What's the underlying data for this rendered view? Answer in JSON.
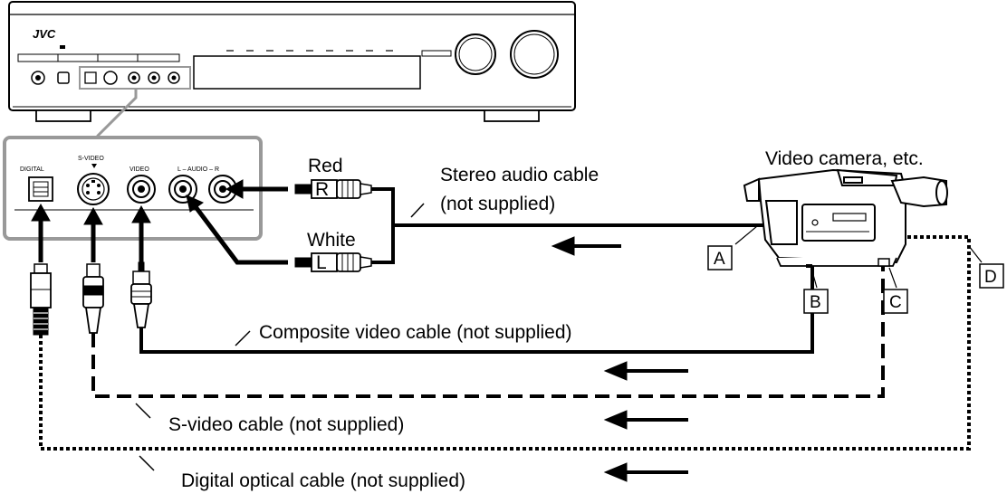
{
  "receiver": {
    "brand": "JVC",
    "panel_labels": {
      "digital": "DIGITAL",
      "s_video": "S-VIDEO",
      "video": "VIDEO",
      "audio": "L – AUDIO – R"
    }
  },
  "camera": {
    "label": "Video camera, etc.",
    "terminals": [
      "A",
      "B",
      "C",
      "D"
    ]
  },
  "audio_plugs": {
    "red_label": "Red",
    "red_letter": "R",
    "white_label": "White",
    "white_letter": "L"
  },
  "cables": {
    "stereo_audio_line1": "Stereo audio cable",
    "stereo_audio_line2": "(not supplied)",
    "composite_video": "Composite video cable (not supplied)",
    "s_video": "S-video cable (not supplied)",
    "digital_optical": "Digital optical cable (not supplied)"
  },
  "colors": {
    "line": "#000000",
    "panel_outline": "#999999",
    "panel_fill": "#ffffff"
  }
}
